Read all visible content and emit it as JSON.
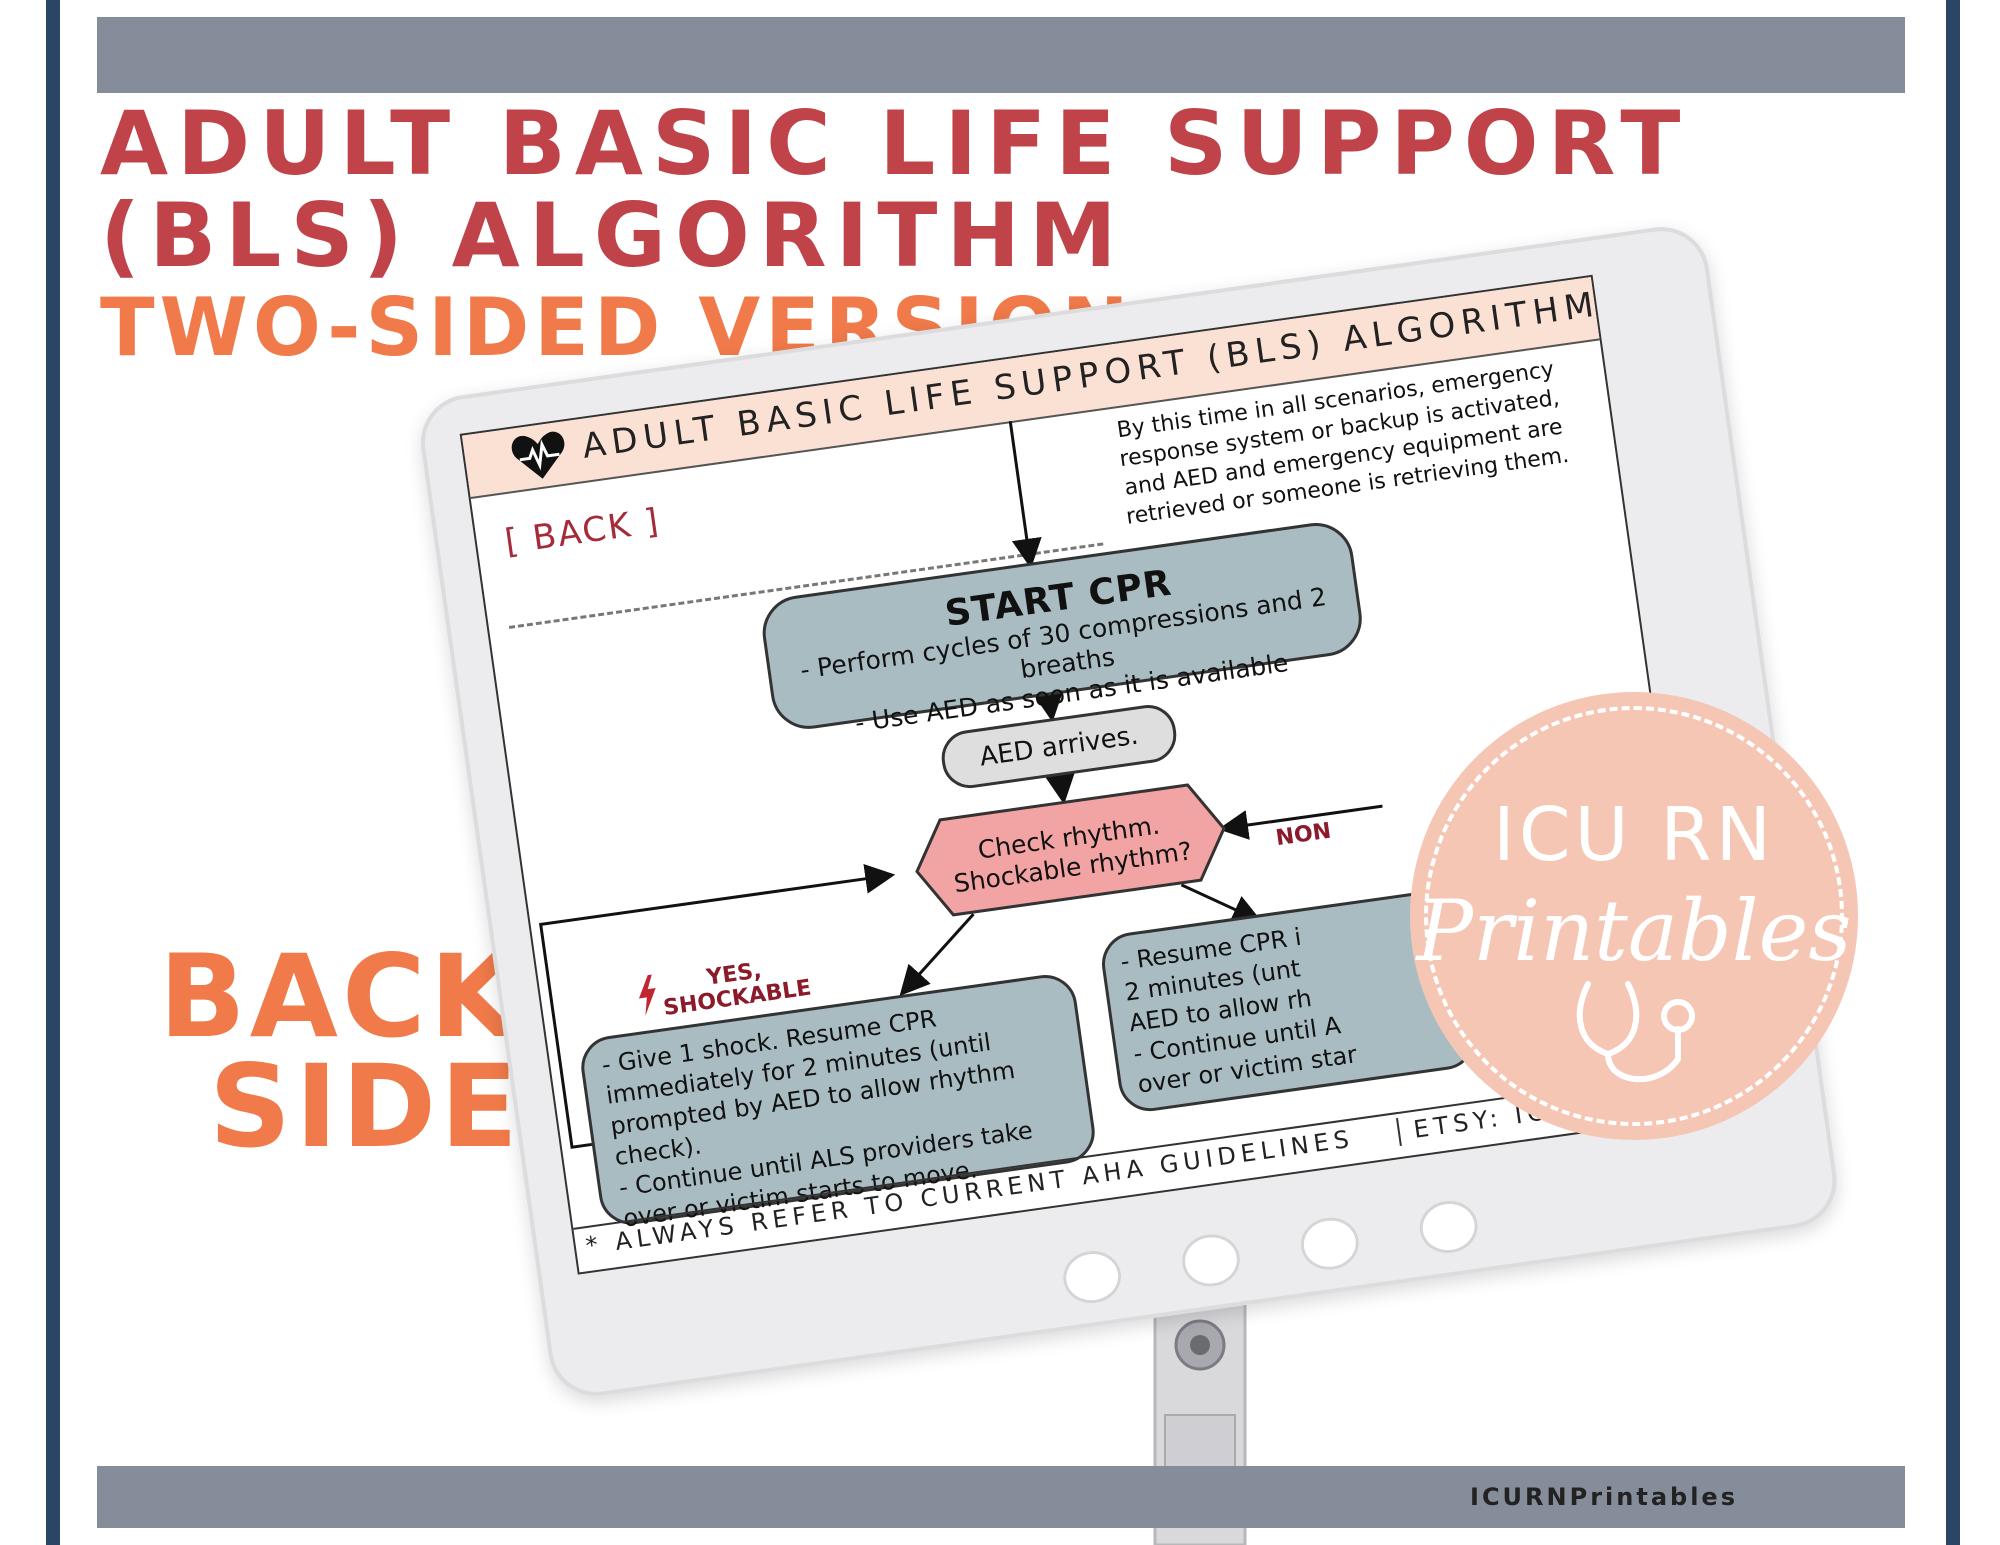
{
  "header": {
    "title_line1": "ADULT BASIC LIFE SUPPORT",
    "title_line2": "(BLS) ALGORITHM",
    "subtitle": "TWO-SIDED VERSION"
  },
  "side_label": {
    "line1": "BACK",
    "line2": "SIDE"
  },
  "card": {
    "title": "ADULT BASIC LIFE SUPPORT (BLS) ALGORITHM",
    "side_tag": "[ BACK ]",
    "note": "By this time in all scenarios, emergency response system or backup is activated, and AED and emergency equipment are retrieved or someone is retrieving them.",
    "start_cpr": {
      "heading": "START CPR",
      "line1": "- Perform cycles of 30 compressions and 2 breaths",
      "line2": "- Use AED as soon as it is available"
    },
    "aed_arrives": "AED arrives.",
    "check_rhythm": {
      "line1": "Check rhythm.",
      "line2": "Shockable rhythm?"
    },
    "yes_label": {
      "line1": "YES,",
      "line2": "SHOCKABLE"
    },
    "non_label": "NON",
    "shockable_steps": [
      "- Give 1 shock. Resume CPR immediately for 2 minutes (until prompted by AED to allow rhythm check).",
      "- Continue until ALS providers take over or victim starts to move."
    ],
    "nonshockable_steps": [
      "- Resume CPR i",
      "2 minutes (unt",
      "AED to allow rh",
      "- Continue until A",
      "over or victim star"
    ],
    "footer": "* ALWAYS REFER TO CURRENT AHA GUIDELINES",
    "etsy": "ETSY: ICU"
  },
  "badge": {
    "line1": "ICU RN",
    "line2": "Printables"
  },
  "footer": {
    "brand": "ICURNPrintables"
  },
  "colors": {
    "frame": "#2b4566",
    "bars": "#858d9a",
    "title": "#c0434a",
    "accent": "#f07a4a",
    "card_header": "#fbe1d4",
    "box": "#a9bcc2",
    "hexagon": "#f2a3a3",
    "badge": "#f6c6b5"
  },
  "icons": [
    "heartbeat-icon",
    "lightning-icon",
    "stethoscope-icon"
  ]
}
